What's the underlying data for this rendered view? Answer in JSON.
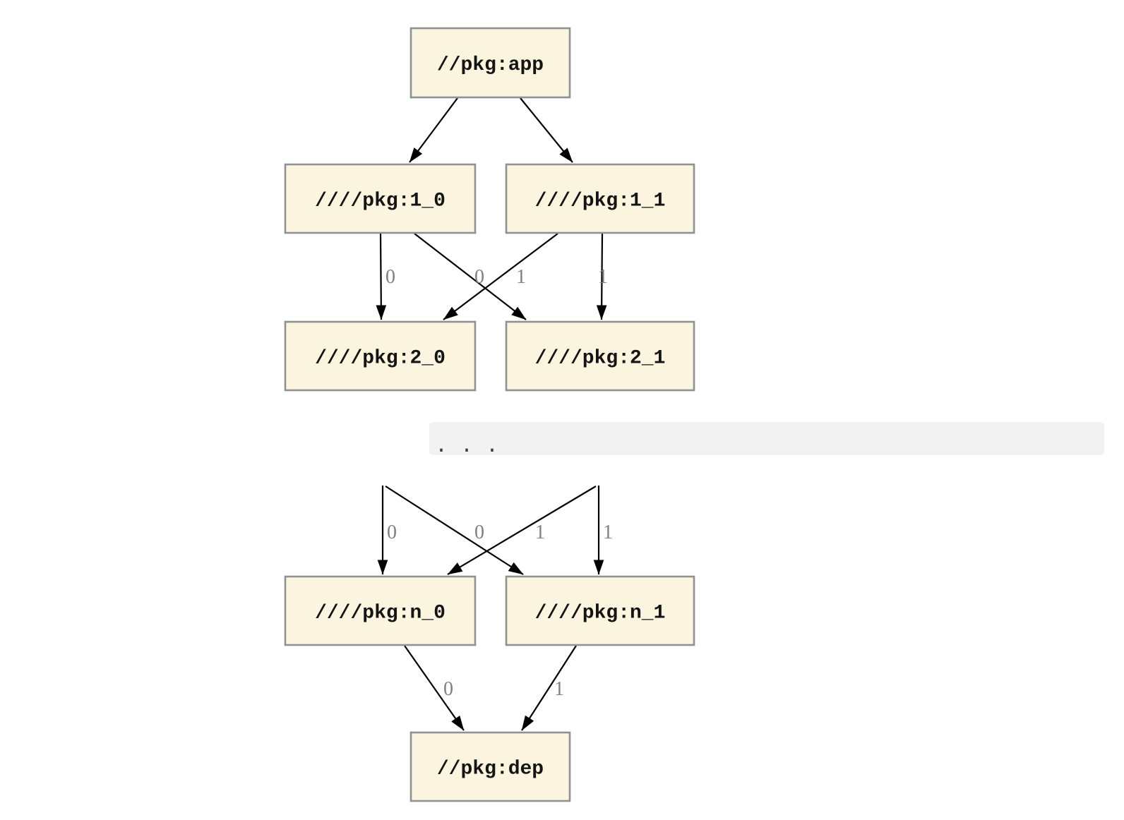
{
  "diagram": {
    "type": "dependency-graph",
    "nodes": {
      "app": "//pkg:app",
      "pkg1_0": "////pkg:1_0",
      "pkg1_1": "////pkg:1_1",
      "pkg2_0": "////pkg:2_0",
      "pkg2_1": "////pkg:2_1",
      "pkgn_0": "////pkg:n_0",
      "pkgn_1": "////pkg:n_1",
      "dep": "//pkg:dep"
    },
    "edge_labels": {
      "upper": [
        "0",
        "0",
        "1",
        "1"
      ],
      "lower": [
        "0",
        "0",
        "1",
        "1"
      ],
      "bottom": [
        "0",
        "1"
      ]
    },
    "ellipsis": ". . .",
    "colors": {
      "node_fill": "#fbf4df",
      "node_border": "#8e9293",
      "edge": "#000000",
      "edge_label": "#808080",
      "ellipsis_band_bg": "#f2f2f2",
      "ellipsis_dots": "#3a3a3a",
      "background": "#ffffff"
    }
  }
}
